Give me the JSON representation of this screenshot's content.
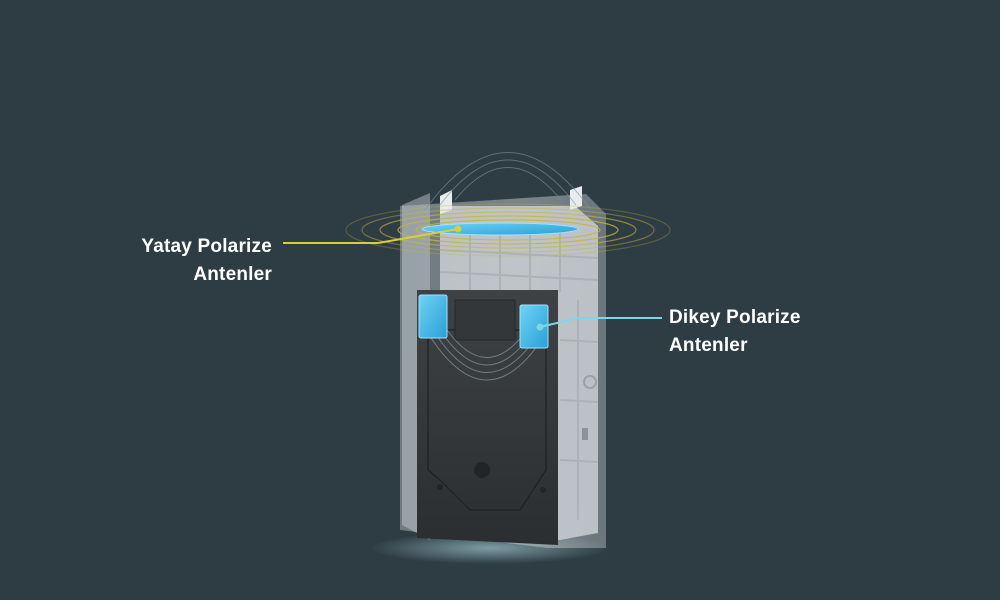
{
  "labels": {
    "horizontal": {
      "line1": "Yatay Polarize",
      "line2": "Antenler"
    },
    "vertical": {
      "line1": "Dikey Polarize",
      "line2": "Antenler"
    }
  },
  "colors": {
    "background": "#2e3d44",
    "leader_line_horizontal": "#d8cf3c",
    "leader_line_vertical": "#7fd6e6",
    "antenna_glow": "#3fb6e8",
    "wave_rings": "#c9b53a"
  }
}
